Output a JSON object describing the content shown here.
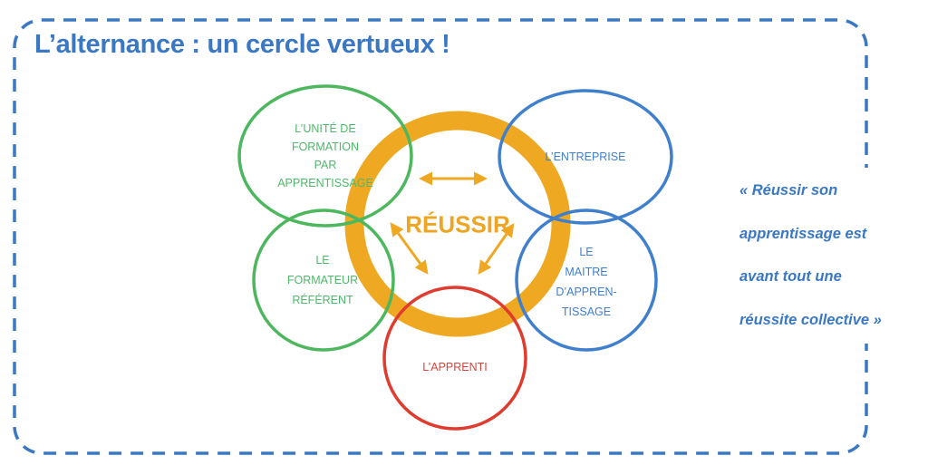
{
  "title": "L’alternance : un cercle vertueux !",
  "center_label": "RÉUSSIR",
  "circles": {
    "ufa": {
      "lines": [
        "L’UNITÉ DE",
        "FORMATION",
        "PAR",
        "APPRENTISSAGE"
      ],
      "color": "#4cb75c"
    },
    "formateur": {
      "lines": [
        "LE",
        "FORMATEUR",
        "RÉFÉRENT"
      ],
      "color": "#4cb75c"
    },
    "entreprise": {
      "lines": [
        "L’ENTREPRISE"
      ],
      "color": "#3f7fcc"
    },
    "maitre": {
      "lines": [
        "LE",
        "MAITRE",
        "D’APPREN-",
        "TISSAGE"
      ],
      "color": "#3f7fcc"
    },
    "apprenti": {
      "lines": [
        "L’APPRENTI"
      ],
      "color": "#e03b2f"
    }
  },
  "quote": {
    "lines": [
      "« Réussir son",
      "apprentissage est",
      "avant tout une",
      "réussite collective »"
    ]
  },
  "colors": {
    "ring": "#efa822",
    "frame": "#3b78c4"
  }
}
